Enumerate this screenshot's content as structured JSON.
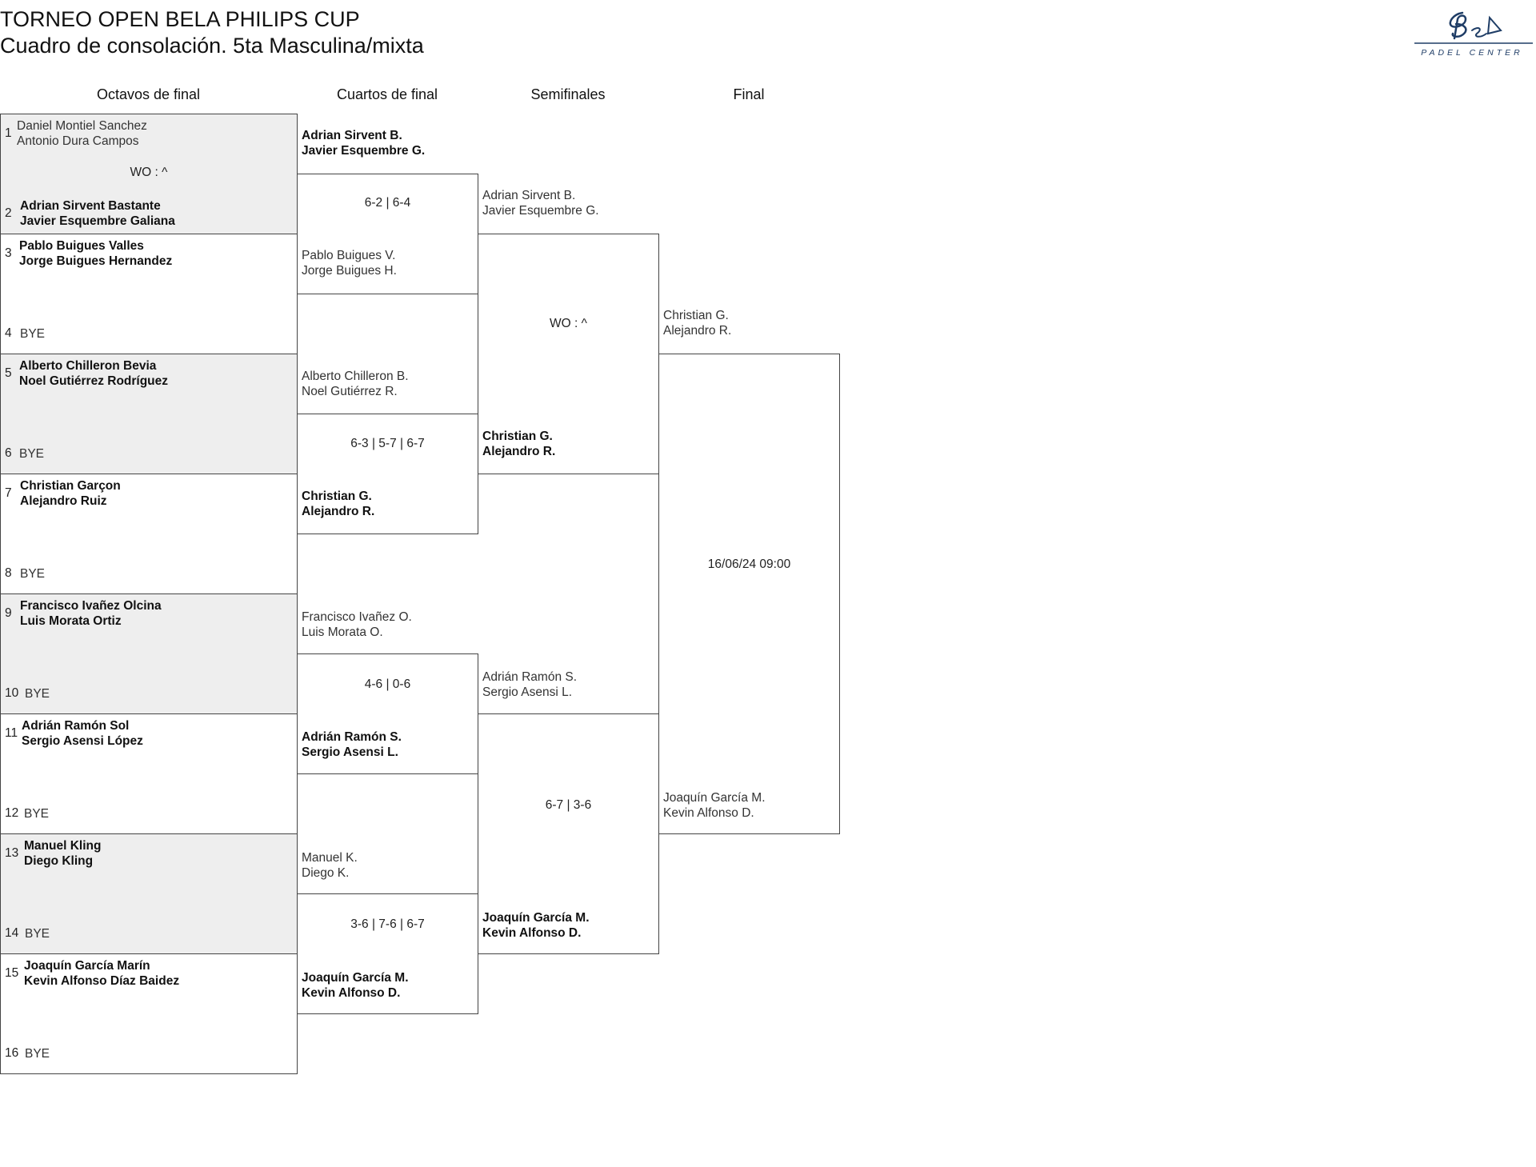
{
  "header": {
    "title": "TORNEO OPEN BELA PHILIPS CUP",
    "subtitle": "Cuadro de consolación. 5ta Masculina/mixta"
  },
  "logo": {
    "text": "PADEL CENTER",
    "script": "Bela",
    "color": "#1f3d66"
  },
  "rounds": [
    "Octavos de final",
    "Cuartos de final",
    "Semifinales",
    "Final"
  ],
  "r16": [
    {
      "seed": "1",
      "p1": "Daniel Montiel Sanchez",
      "p2": "Antonio Dura Campos",
      "winner": false
    },
    {
      "seed": "2",
      "p1": "Adrian Sirvent Bastante",
      "p2": "Javier Esquembre Galiana",
      "winner": true
    },
    {
      "seed": "3",
      "p1": "Pablo Buigues Valles",
      "p2": "Jorge Buigues Hernandez",
      "winner": true
    },
    {
      "seed": "4",
      "p1": "BYE",
      "p2": "",
      "winner": false
    },
    {
      "seed": "5",
      "p1": "Alberto Chilleron Bevia",
      "p2": "Noel Gutiérrez Rodríguez",
      "winner": true
    },
    {
      "seed": "6",
      "p1": "BYE",
      "p2": "",
      "winner": false
    },
    {
      "seed": "7",
      "p1": "Christian Garçon",
      "p2": "Alejandro Ruiz",
      "winner": true
    },
    {
      "seed": "8",
      "p1": "BYE",
      "p2": "",
      "winner": false
    },
    {
      "seed": "9",
      "p1": "Francisco Ivañez Olcina",
      "p2": "Luis Morata Ortiz",
      "winner": true
    },
    {
      "seed": "10",
      "p1": "BYE",
      "p2": "",
      "winner": false
    },
    {
      "seed": "11",
      "p1": "Adrián Ramón Sol",
      "p2": "Sergio Asensi López",
      "winner": true
    },
    {
      "seed": "12",
      "p1": "BYE",
      "p2": "",
      "winner": false
    },
    {
      "seed": "13",
      "p1": "Manuel Kling",
      "p2": "Diego Kling",
      "winner": true
    },
    {
      "seed": "14",
      "p1": "BYE",
      "p2": "",
      "winner": false
    },
    {
      "seed": "15",
      "p1": "Joaquín García Marín",
      "p2": "Kevin Alfonso Díaz Baidez",
      "winner": true
    },
    {
      "seed": "16",
      "p1": "BYE",
      "p2": "",
      "winner": false
    }
  ],
  "r16_scores": [
    "WO : ^"
  ],
  "qf": [
    {
      "p1": "Adrian Sirvent B.",
      "p2": "Javier Esquembre G.",
      "winner": true
    },
    {
      "p1": "Pablo Buigues V.",
      "p2": "Jorge Buigues H.",
      "winner": false
    },
    {
      "p1": "Alberto Chilleron B.",
      "p2": "Noel Gutiérrez R.",
      "winner": false
    },
    {
      "p1": "Christian G.",
      "p2": "Alejandro R.",
      "winner": true
    },
    {
      "p1": "Francisco Ivañez O.",
      "p2": "Luis Morata O.",
      "winner": false
    },
    {
      "p1": "Adrián Ramón S.",
      "p2": "Sergio Asensi L.",
      "winner": true
    },
    {
      "p1": "Manuel K.",
      "p2": "Diego K.",
      "winner": false
    },
    {
      "p1": "Joaquín García M.",
      "p2": "Kevin Alfonso D.",
      "winner": true
    }
  ],
  "qf_scores": [
    "6-2 | 6-4",
    "6-3 | 5-7 | 6-7",
    "4-6 | 0-6",
    "3-6 | 7-6 | 6-7"
  ],
  "sf": [
    {
      "p1": "Adrian Sirvent B.",
      "p2": "Javier Esquembre G.",
      "winner": false
    },
    {
      "p1": "Christian G.",
      "p2": "Alejandro R.",
      "winner": true
    },
    {
      "p1": "Adrián Ramón S.",
      "p2": "Sergio Asensi L.",
      "winner": false
    },
    {
      "p1": "Joaquín García M.",
      "p2": "Kevin Alfonso D.",
      "winner": true
    }
  ],
  "sf_scores": [
    "WO : ^",
    "6-7 | 3-6"
  ],
  "final": [
    {
      "p1": "Christian G.",
      "p2": "Alejandro R.",
      "winner": false
    },
    {
      "p1": "Joaquín García M.",
      "p2": "Kevin Alfonso D.",
      "winner": false
    }
  ],
  "final_info": "16/06/24 09:00"
}
